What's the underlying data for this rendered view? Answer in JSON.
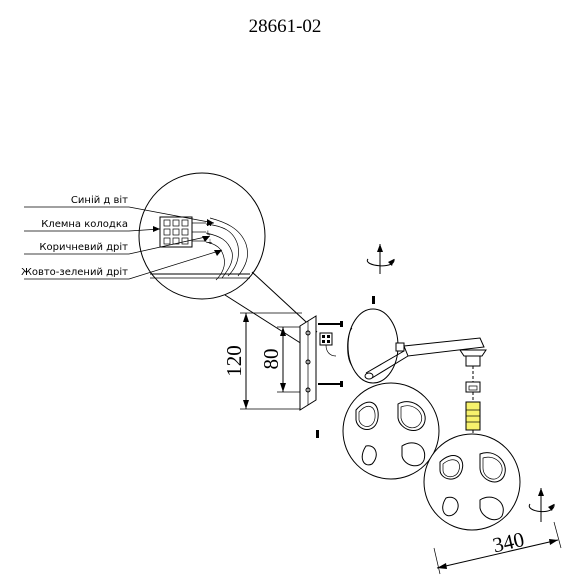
{
  "diagram": {
    "title": "28661-02",
    "wire_labels": [
      "Синій д віт",
      "Клемна колодка",
      "Коричневий дріт",
      "Жовто-зелений дріт"
    ],
    "dimensions": {
      "outer_height": "120",
      "inner_height": "80",
      "width": "340"
    }
  }
}
